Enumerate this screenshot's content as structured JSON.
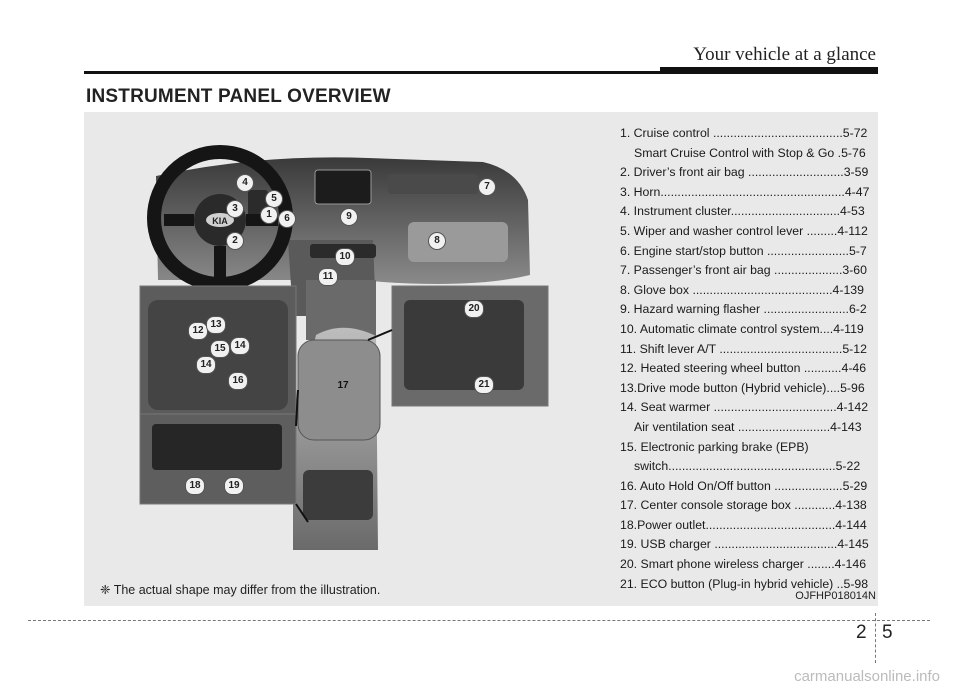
{
  "header": {
    "title": "Your vehicle at a glance"
  },
  "section_title": "INSTRUMENT PANEL OVERVIEW",
  "legend": [
    {
      "text": "1. Cruise control ......................................5-72",
      "sub": false
    },
    {
      "text": "Smart Cruise Control with Stop & Go .5-76",
      "sub": true
    },
    {
      "text": "2. Driver’s front air bag ............................3-59",
      "sub": false
    },
    {
      "text": "3. Horn......................................................4-47",
      "sub": false
    },
    {
      "text": "4. Instrument cluster................................4-53",
      "sub": false
    },
    {
      "text": "5. Wiper and washer control lever .........4-112",
      "sub": false
    },
    {
      "text": "6. Engine start/stop button ........................5-7",
      "sub": false
    },
    {
      "text": "7. Passenger’s front air bag ....................3-60",
      "sub": false
    },
    {
      "text": "8. Glove box .........................................4-139",
      "sub": false
    },
    {
      "text": "9. Hazard warning flasher .........................6-2",
      "sub": false
    },
    {
      "text": "10. Automatic climate control system....4-119",
      "sub": false
    },
    {
      "text": "11. Shift lever A/T ....................................5-12",
      "sub": false
    },
    {
      "text": "12. Heated steering wheel button ...........4-46",
      "sub": false
    },
    {
      "text": "13.Drive mode button (Hybrid vehicle)....5-96",
      "sub": false
    },
    {
      "text": "14. Seat warmer ....................................4-142",
      "sub": false
    },
    {
      "text": "Air ventilation seat ...........................4-143",
      "sub": true
    },
    {
      "text": "15. Electronic parking brake (EPB)",
      "sub": false
    },
    {
      "text": "switch.................................................5-22",
      "sub": true
    },
    {
      "text": "16. Auto Hold On/Off button ....................5-29",
      "sub": false
    },
    {
      "text": "17. Center console storage box ............4-138",
      "sub": false
    },
    {
      "text": "18.Power outlet......................................4-144",
      "sub": false
    },
    {
      "text": "19. USB charger ....................................4-145",
      "sub": false
    },
    {
      "text": "20. Smart phone wireless charger ........4-146",
      "sub": false
    },
    {
      "text": "21. ECO button (Plug-in hybrid vehicle) ..5-98",
      "sub": false
    }
  ],
  "illustration": {
    "callouts": [
      "1",
      "2",
      "3",
      "4",
      "5",
      "6",
      "7",
      "8",
      "9",
      "10",
      "11",
      "12",
      "13",
      "14",
      "15",
      "16",
      "17",
      "18",
      "19",
      "20",
      "21"
    ],
    "badge": "KIA"
  },
  "note": "❈ The actual shape may differ from the illustration.",
  "figure_code": "OJFHP018014N",
  "page": {
    "chapter": "2",
    "number": "5"
  },
  "watermark": "carmanualsonline.info"
}
